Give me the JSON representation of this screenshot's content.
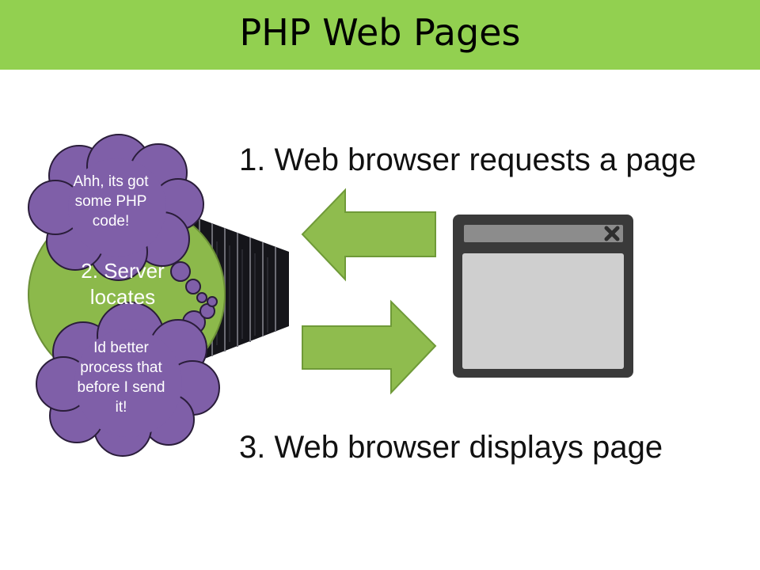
{
  "title": "PHP Web Pages",
  "steps": {
    "step1": "1. Web browser requests a page",
    "step2": "2. Server locates",
    "step3": "3. Web browser displays page"
  },
  "thoughts": {
    "first": "Ahh, its got some PHP code!",
    "second": "Id better process that before I send it!"
  },
  "colors": {
    "title_bar": "#92d050",
    "arrow": "#8fbc4e",
    "server_circle": "#8cb94b",
    "thought_bubble": "#7f5fa8",
    "browser_frame": "#3a3a3a",
    "browser_body": "#cfcfcf"
  },
  "icons": {
    "browser_close": "close-icon",
    "server_rack": "server-rack-icon"
  }
}
